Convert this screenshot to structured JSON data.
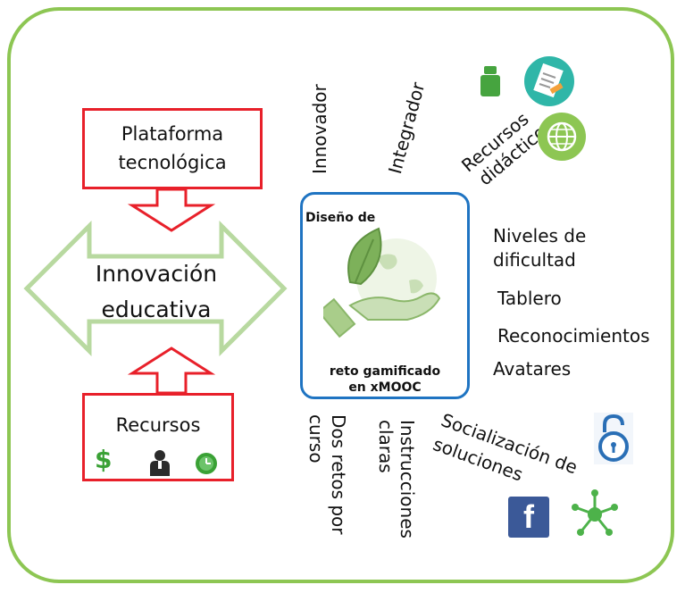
{
  "left": {
    "top_box": {
      "line1": "Plataforma",
      "line2": "tecnológica"
    },
    "arrow": {
      "line1": "Innovación",
      "line2": "educativa"
    },
    "bottom_box": {
      "label": "Recursos"
    }
  },
  "center": {
    "title_top": "Diseño de",
    "title_bottom1": "reto gamificado",
    "title_bottom2": "en xMOOC"
  },
  "top_labels": {
    "innovador": "Innovador",
    "integrador": "Integrador",
    "recursos1": "Recursos",
    "recursos2": "didácticos"
  },
  "right_labels": {
    "niveles1": "Niveles de",
    "niveles2": "dificultad",
    "tablero": "Tablero",
    "reconocimientos": "Reconocimientos",
    "avatares": "Avatares"
  },
  "bottom_labels": {
    "dos1": "Dos retos por",
    "dos2": "curso",
    "inst1": "Instrucciones",
    "inst2": "claras",
    "soc1": "Socialización de",
    "soc2": "soluciones"
  },
  "icons": {
    "dollar_glyph": "$",
    "facebook_glyph": "f"
  },
  "colors": {
    "frame": "#8dc653",
    "red": "#e8202a",
    "blue": "#1f74c2",
    "arrow_green": "#b8d9a0"
  }
}
